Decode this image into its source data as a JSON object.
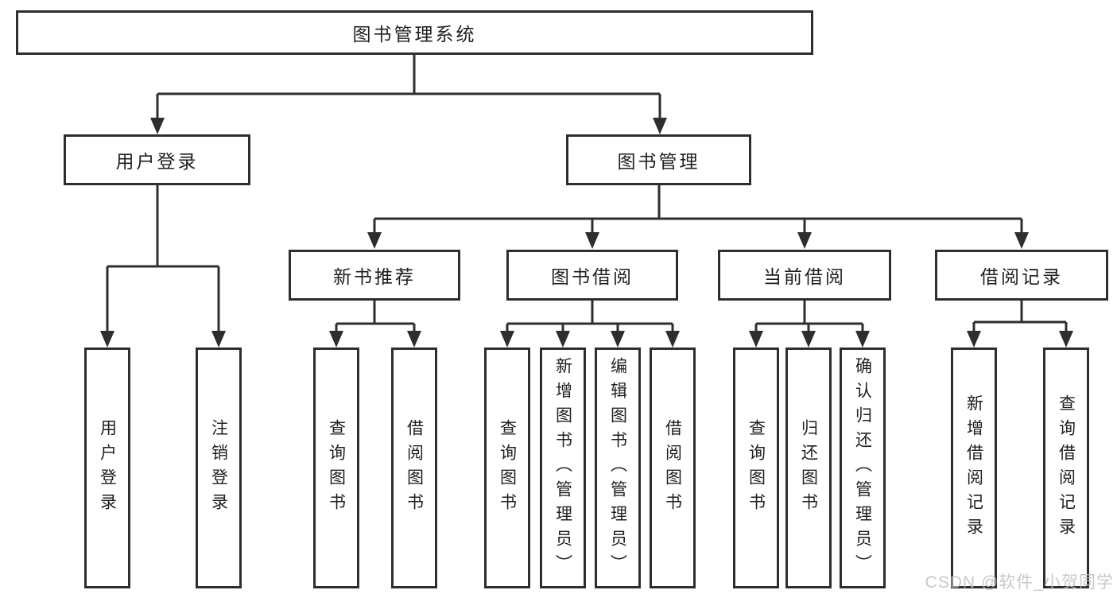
{
  "diagram": {
    "root": {
      "label": "图书管理系统"
    },
    "branches": [
      {
        "label": "用户登录",
        "children": [
          {
            "label": "用户登录"
          },
          {
            "label": "注销登录"
          }
        ]
      },
      {
        "label": "图书管理",
        "children": [
          {
            "label": "新书推荐",
            "children": [
              {
                "label": "查询图书"
              },
              {
                "label": "借阅图书"
              }
            ]
          },
          {
            "label": "图书借阅",
            "children": [
              {
                "label": "查询图书"
              },
              {
                "label": "新增图书（管理员）"
              },
              {
                "label": "编辑图书（管理员）"
              },
              {
                "label": "借阅图书"
              }
            ]
          },
          {
            "label": "当前借阅",
            "children": [
              {
                "label": "查询图书"
              },
              {
                "label": "归还图书"
              },
              {
                "label": "确认归还（管理员）"
              }
            ]
          },
          {
            "label": "借阅记录",
            "children": [
              {
                "label": "新增借阅记录"
              },
              {
                "label": "查询借阅记录"
              }
            ]
          }
        ]
      }
    ]
  },
  "watermark": {
    "text": "CSDN @软件_小贺同学"
  },
  "colors": {
    "line": "#2e2e2e",
    "text": "#1f1f1f",
    "watermark": "#bfbfbf",
    "background": "#ffffff"
  }
}
